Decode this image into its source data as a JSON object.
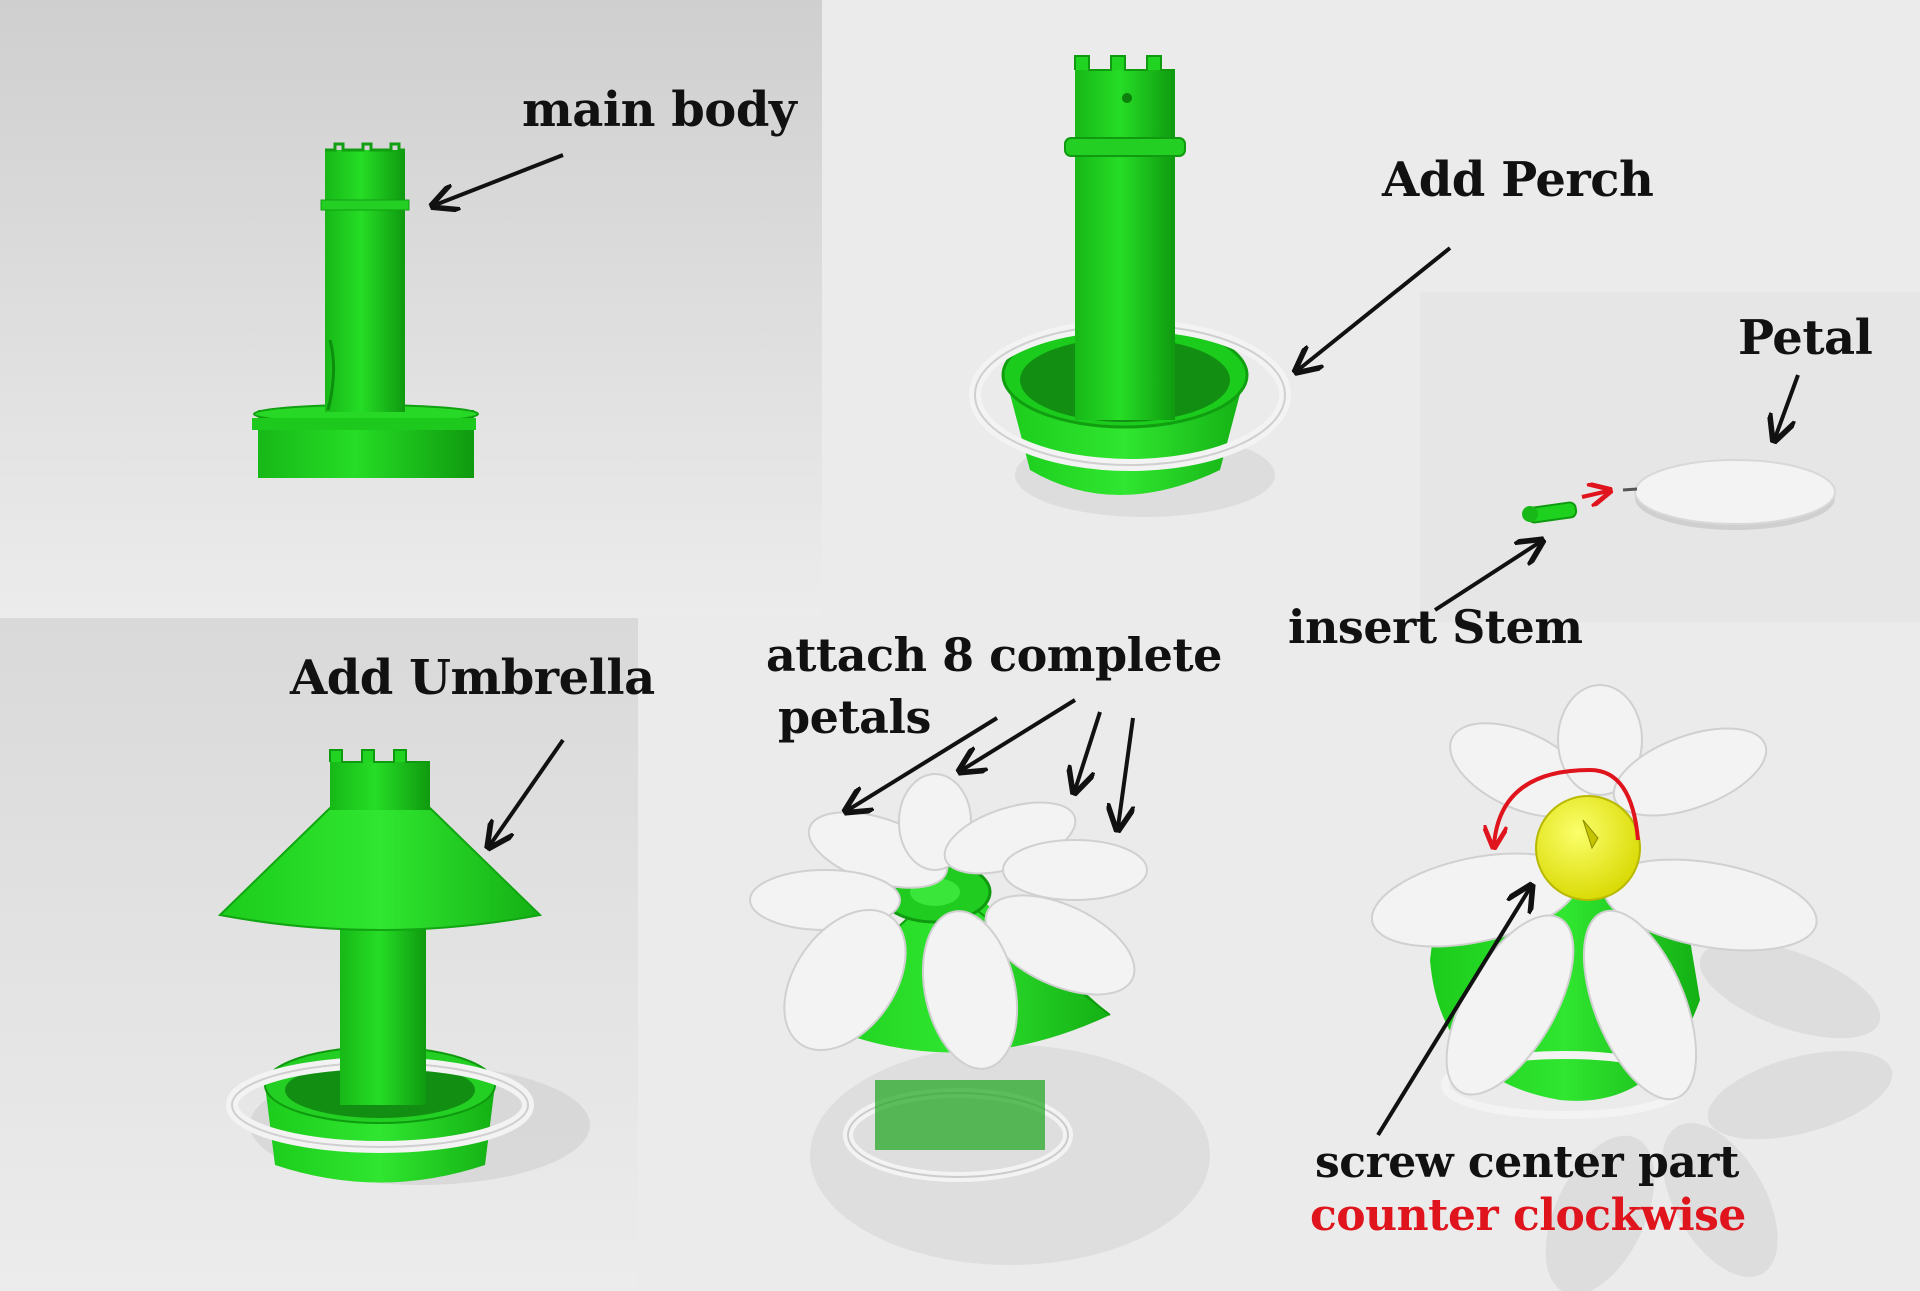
{
  "labels": {
    "main_body": "main body",
    "add_perch": "Add Perch",
    "petal": "Petal",
    "insert_stem": "insert Stem",
    "add_umbrella": "Add Umbrella",
    "attach_line1": "attach 8 complete",
    "attach_line2": "petals",
    "screw_line1": "screw center part",
    "screw_line2": "counter clockwise"
  },
  "colors": {
    "part_green": "#1fd11f",
    "part_green_dark": "#12a412",
    "part_white": "#f2f2f2",
    "center_yellow": "#f0f014",
    "arrow_black": "#111111",
    "arrow_red": "#e0141c",
    "highlight_red_text": "#e0141c"
  }
}
